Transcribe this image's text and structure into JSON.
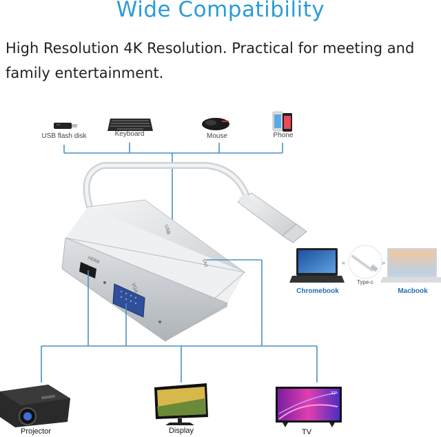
{
  "header": {
    "title": "Wide Compatibility",
    "description": "High Resolution 4K Resolution. Practical for meeting and family entertainment."
  },
  "inputs": [
    {
      "label": "USB flash disk",
      "icon": "usb-flash-disk-icon"
    },
    {
      "label": "Keyboard",
      "icon": "keyboard-icon"
    },
    {
      "label": "Mouse",
      "icon": "mouse-icon"
    },
    {
      "label": "Phone",
      "icon": "phone-icon"
    }
  ],
  "adapter": {
    "ports": [
      "USB",
      "DVI",
      "HDMI",
      "VGA"
    ]
  },
  "compat": {
    "left": "Chromebook",
    "middle": "Type-c",
    "right": "Macbook"
  },
  "outputs": [
    {
      "label": "Projector",
      "icon": "projector-icon"
    },
    {
      "label": "Display",
      "icon": "display-icon"
    },
    {
      "label": "TV",
      "icon": "tv-icon",
      "badge": "32\""
    }
  ],
  "colors": {
    "title": "#2b9cd8",
    "line": "#4a8fc4",
    "accent": "#1f6fb8"
  }
}
